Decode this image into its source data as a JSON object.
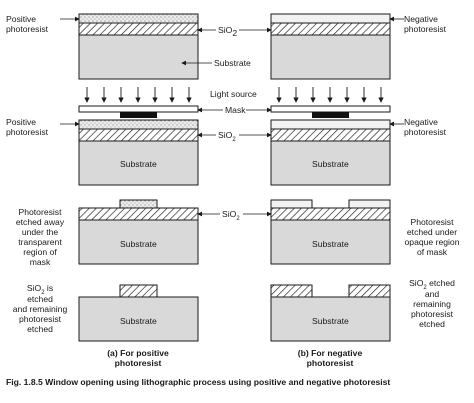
{
  "colors": {
    "stroke": "#1a1a1a",
    "substrate": "#d9d9d9",
    "resist": "#e8e8e8",
    "dark": "#111111"
  },
  "top": {
    "positive_photoresist": [
      "Positive",
      "photoresist"
    ],
    "negative_photoresist": [
      "Negative",
      "photoresist"
    ],
    "sio2": "SiO",
    "sio2_sub": "2",
    "substrate": "Substrate"
  },
  "exposure": {
    "light_source": "Light source",
    "mask": "Mask",
    "positive_photoresist": [
      "Positive",
      "photoresist"
    ],
    "negative_photoresist": [
      "Negative",
      "photoresist"
    ],
    "sio2": "SiO",
    "sio2_sub": "2",
    "substrate_left": "Substrate",
    "substrate_right": "Substrate"
  },
  "develop": {
    "left_note": [
      "Photoresist",
      "etched away",
      "under the",
      "transparent",
      "region of",
      "mask"
    ],
    "right_note": [
      "Photoresist",
      "etched under",
      "opaque region",
      "of mask"
    ],
    "sio2": "SiO",
    "sio2_sub": "2",
    "substrate_left": "Substrate",
    "substrate_right": "Substrate"
  },
  "etch": {
    "left_note": [
      "SiO",
      "2",
      " is",
      "etched",
      "and remaining",
      "photoresist",
      "etched"
    ],
    "right_note": [
      "SiO",
      "2",
      " etched",
      "and",
      "remaining",
      "photoresist",
      "etched"
    ],
    "substrate_left": "Substrate",
    "substrate_right": "Substrate"
  },
  "captions": {
    "a": [
      "(a) For positive",
      "photoresist"
    ],
    "b": [
      "(b) For negative",
      "photoresist"
    ]
  },
  "figure_caption": "Fig. 1.8.5 Window opening using lithographic process using positive and negative photoresist"
}
